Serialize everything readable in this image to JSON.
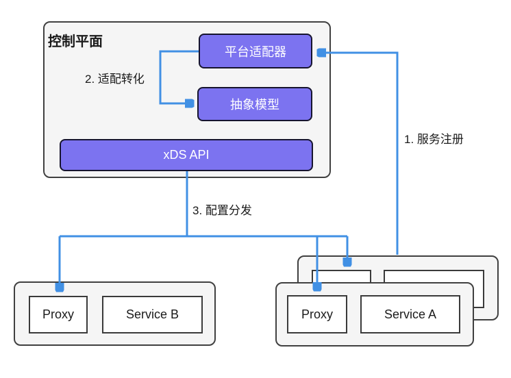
{
  "diagram": {
    "title": "控制平面",
    "nodes": {
      "platform_adapter": "平台适配器",
      "abstract_model": "抽象模型",
      "xds_api": "xDS API",
      "proxy_b": "Proxy",
      "service_b": "Service B",
      "proxy_a": "Proxy",
      "service_a": "Service A"
    },
    "annotations": {
      "step1": "1. 服务注册",
      "step2": "2. 适配转化",
      "step3": "3. 配置分发"
    },
    "colors": {
      "node_fill": "#7C73F0",
      "node_border": "#16142E",
      "container_fill": "#F5F5F5",
      "container_border": "#404040",
      "inner_fill": "#FFFFFF",
      "inner_border": "#3A3A3A",
      "arrow": "#4190E4",
      "text": "#1A1A1A"
    }
  }
}
